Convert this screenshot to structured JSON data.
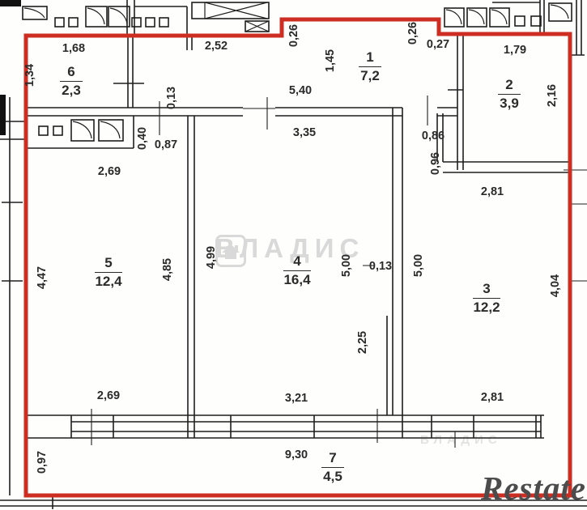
{
  "colors": {
    "outline_red": "#ce2d22",
    "wall_black": "#1e1e1e",
    "watermark_gray": "#d9d9d9",
    "restate_gray": "#4c4c4c"
  },
  "watermarks": {
    "center": "ВЛАДИС",
    "center_icon": "house-icon",
    "ghost": "ВЛАДИС",
    "bottom_right": "Restate"
  },
  "rooms": [
    {
      "number": "1",
      "area": "7,2"
    },
    {
      "number": "2",
      "area": "3,9"
    },
    {
      "number": "3",
      "area": "12,2"
    },
    {
      "number": "4",
      "area": "16,4"
    },
    {
      "number": "5",
      "area": "12,4"
    },
    {
      "number": "6",
      "area": "2,3"
    },
    {
      "number": "7",
      "area": "4,5"
    }
  ],
  "dims": [
    {
      "value": "1,68"
    },
    {
      "value": "1,34"
    },
    {
      "value": "2,52"
    },
    {
      "value": "0,26"
    },
    {
      "value": "1,45"
    },
    {
      "value": "0,26"
    },
    {
      "value": "0,27"
    },
    {
      "value": "1,79"
    },
    {
      "value": "2,16"
    },
    {
      "value": "5,40"
    },
    {
      "value": "0,13"
    },
    {
      "value": "3,35"
    },
    {
      "value": "0,40"
    },
    {
      "value": "0,87"
    },
    {
      "value": "0,86"
    },
    {
      "value": "0,96"
    },
    {
      "value": "2,69"
    },
    {
      "value": "2,81"
    },
    {
      "value": "4,47"
    },
    {
      "value": "4,85"
    },
    {
      "value": "4,99"
    },
    {
      "value": "5,00"
    },
    {
      "value": "0,13"
    },
    {
      "value": "5,00"
    },
    {
      "value": "4,04"
    },
    {
      "value": "2,25"
    },
    {
      "value": "2,69"
    },
    {
      "value": "3,21"
    },
    {
      "value": "2,81"
    },
    {
      "value": "0,97"
    },
    {
      "value": "9,30"
    }
  ]
}
